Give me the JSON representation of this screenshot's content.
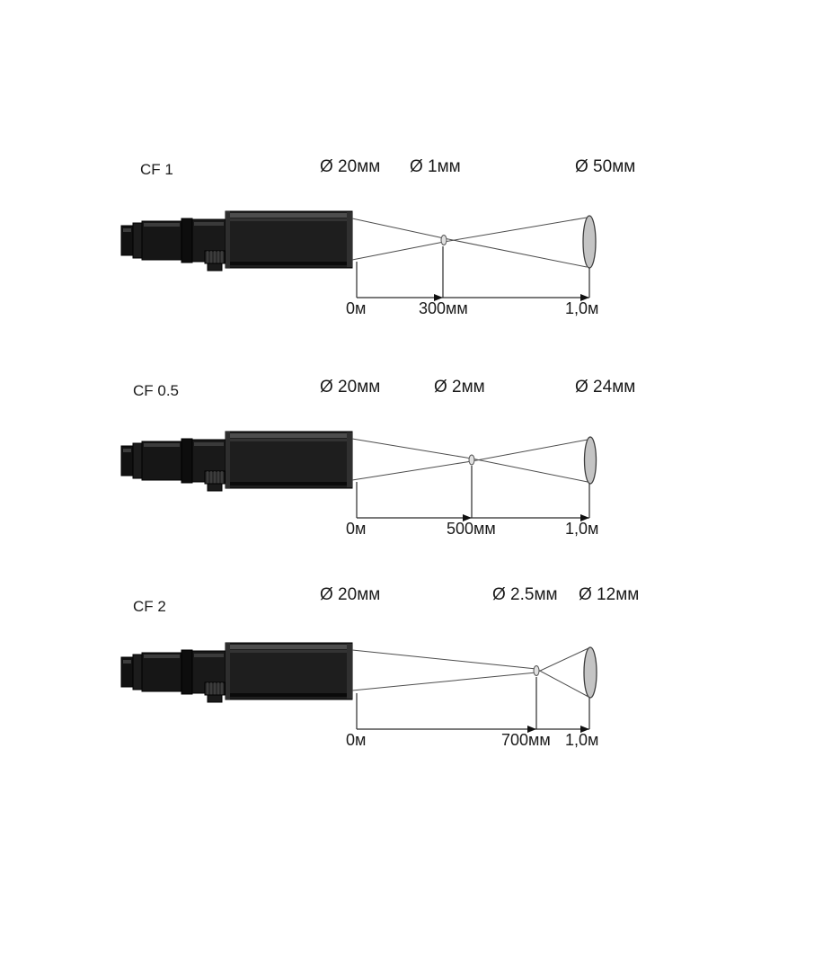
{
  "figure": {
    "description": "Optical focus diagrams for pyrometer lens configurations",
    "rows": [
      {
        "name": "CF 1",
        "aperture_diameter": "Ø 20мм",
        "focus_diameter": "Ø 1мм",
        "target_diameter": "Ø 50мм",
        "distance_origin": "0м",
        "distance_focus": "300мм",
        "distance_end": "1,0м"
      },
      {
        "name": "CF 0.5",
        "aperture_diameter": "Ø 20мм",
        "focus_diameter": "Ø 2мм",
        "target_diameter": "Ø 24мм",
        "distance_origin": "0м",
        "distance_focus": "500мм",
        "distance_end": "1,0м"
      },
      {
        "name": "CF 2",
        "aperture_diameter": "Ø 20мм",
        "focus_diameter": "Ø 2.5мм",
        "target_diameter": "Ø 12мм",
        "distance_origin": "0м",
        "distance_focus": "700мм",
        "distance_end": "1,0м"
      }
    ],
    "colors": {
      "line": "#2b2b2b",
      "beam": "#4d4d4d",
      "device_body": "#1e1e1e",
      "spot_fill": "#c4c4c4"
    }
  }
}
